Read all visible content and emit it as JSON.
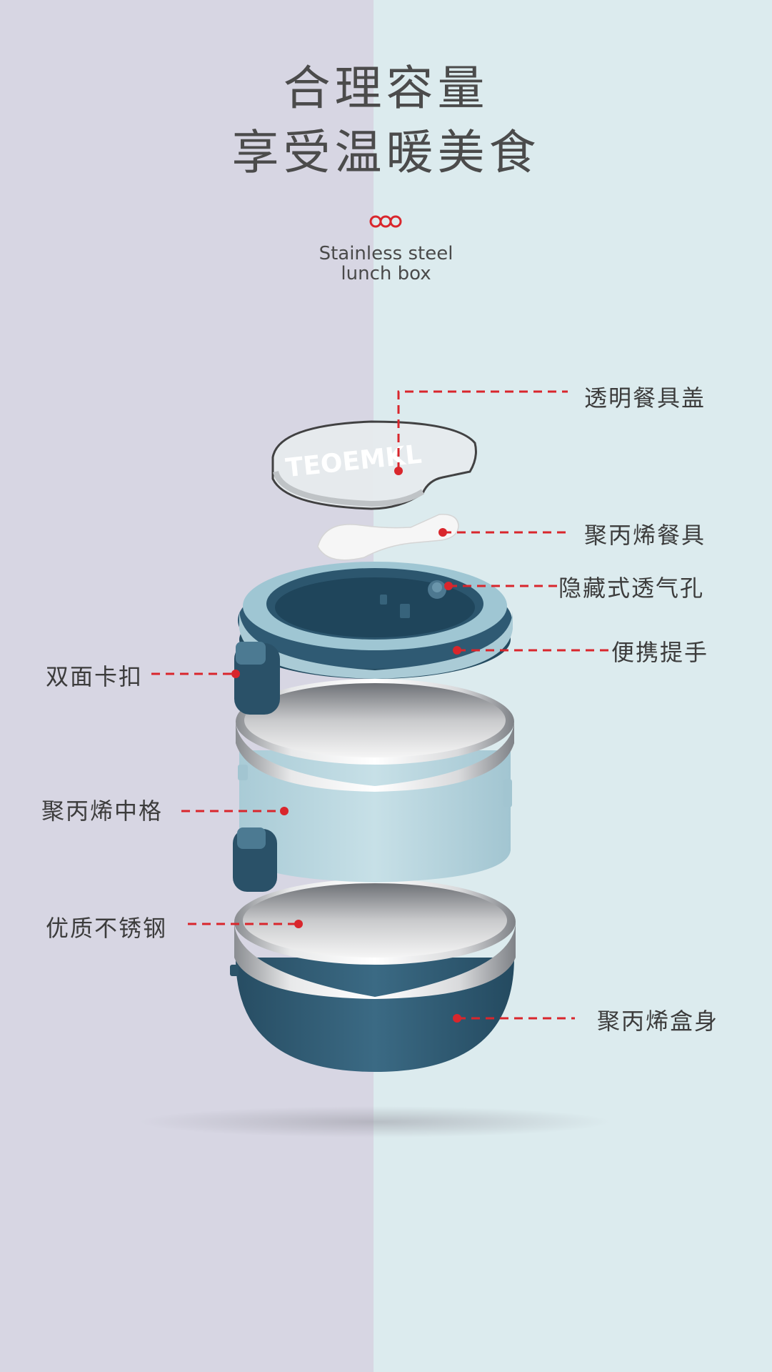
{
  "heading": {
    "line1": "合理容量",
    "line2": "享受温暖美食"
  },
  "subtitle": {
    "line1": "Stainless steel",
    "line2": "lunch box"
  },
  "lid_text": "TEOEMKL",
  "labels": {
    "lid": "透明餐具盖",
    "utensil": "聚丙烯餐具",
    "vent": "隐藏式透气孔",
    "handle": "便携提手",
    "clasp": "双面卡扣",
    "middle": "聚丙烯中格",
    "steel": "优质不锈钢",
    "body": "聚丙烯盒身"
  },
  "colors": {
    "accent": "#d9262c",
    "left_bg": "#d7d6e3",
    "right_bg": "#dcebee",
    "dark_teal": "#2f5a73",
    "light_teal": "#9fc6d3"
  }
}
